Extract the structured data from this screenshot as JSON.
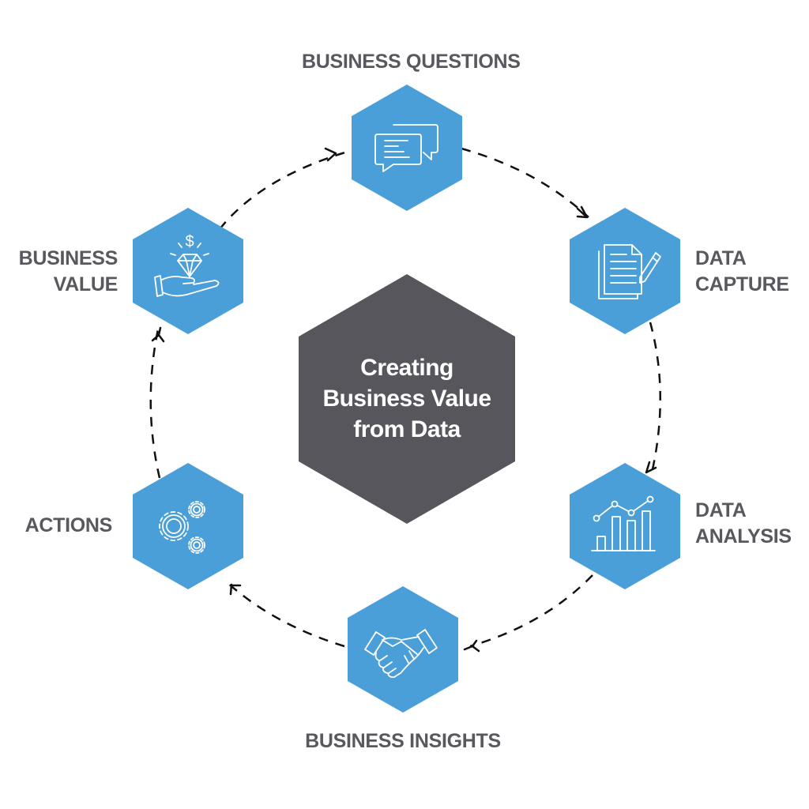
{
  "diagram": {
    "title": "Creating Business Value from Data",
    "title_lines": [
      "Creating",
      "Business Value",
      "from Data"
    ],
    "colors": {
      "step_fill": "#4a9fd8",
      "center_fill": "#56565c",
      "label_text": "#58585e",
      "icon_stroke": "#ffffff",
      "connector": "#111111"
    },
    "flow_direction": "clockwise",
    "steps": [
      {
        "id": "business-questions",
        "label": "BUSINESS QUESTIONS",
        "label_lines": [
          "BUSINESS QUESTIONS"
        ],
        "icon": "chat-bubbles-icon"
      },
      {
        "id": "data-capture",
        "label": "DATA CAPTURE",
        "label_lines": [
          "DATA",
          "CAPTURE"
        ],
        "icon": "document-pencil-icon"
      },
      {
        "id": "data-analysis",
        "label": "DATA ANALYSIS",
        "label_lines": [
          "DATA",
          "ANALYSIS"
        ],
        "icon": "bar-line-chart-icon"
      },
      {
        "id": "business-insights",
        "label": "BUSINESS INSIGHTS",
        "label_lines": [
          "BUSINESS INSIGHTS"
        ],
        "icon": "handshake-icon"
      },
      {
        "id": "actions",
        "label": "ACTIONS",
        "label_lines": [
          "ACTIONS"
        ],
        "icon": "gears-icon"
      },
      {
        "id": "business-value",
        "label": "BUSINESS VALUE",
        "label_lines": [
          "BUSINESS",
          "VALUE"
        ],
        "icon": "diamond-hand-icon"
      }
    ],
    "connectors": [
      {
        "from": "business-value",
        "to": "business-questions"
      },
      {
        "from": "business-questions",
        "to": "data-capture"
      },
      {
        "from": "data-capture",
        "to": "data-analysis"
      },
      {
        "from": "data-analysis",
        "to": "business-insights"
      },
      {
        "from": "business-insights",
        "to": "actions"
      },
      {
        "from": "actions",
        "to": "business-value"
      }
    ]
  }
}
